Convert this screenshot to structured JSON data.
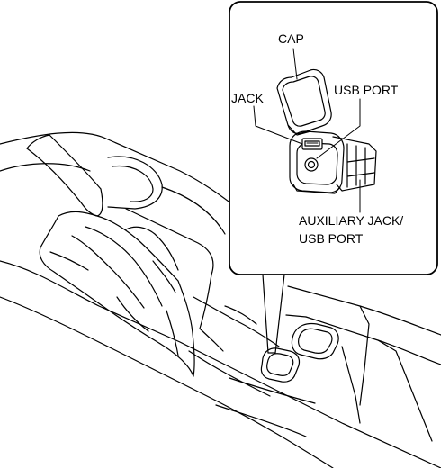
{
  "callouts": {
    "cap": "CAP",
    "usb_port": "USB PORT",
    "jack": "JACK",
    "auxiliary_line1": "AUXILIARY JACK/",
    "auxiliary_line2": "USB PORT"
  }
}
